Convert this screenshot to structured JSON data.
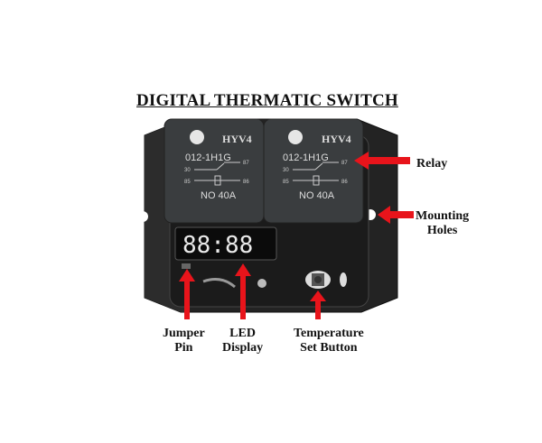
{
  "title": "DIGITAL THERMATIC SWITCH",
  "relays": [
    {
      "brand": "HYV4",
      "model": "012-1H1G",
      "pins": [
        "30",
        "87",
        "85",
        "86"
      ],
      "rating": "NO  40A"
    },
    {
      "brand": "HYV4",
      "model": "012-1H1G",
      "pins": [
        "30",
        "87",
        "85",
        "86"
      ],
      "rating": "NO  40A"
    }
  ],
  "display": {
    "digits": "88:88"
  },
  "labels": {
    "relay": "Relay",
    "mounting_line1": "Mounting",
    "mounting_line2": "Holes",
    "jumper_line1": "Jumper",
    "jumper_line2": "Pin",
    "led_line1": "LED",
    "led_line2": "Display",
    "temp_line1": "Temperature",
    "temp_line2": "Set Button"
  },
  "colors": {
    "arrow": "#e8141b",
    "device": "#1e1e1e",
    "relay": "#3a3d3f"
  }
}
